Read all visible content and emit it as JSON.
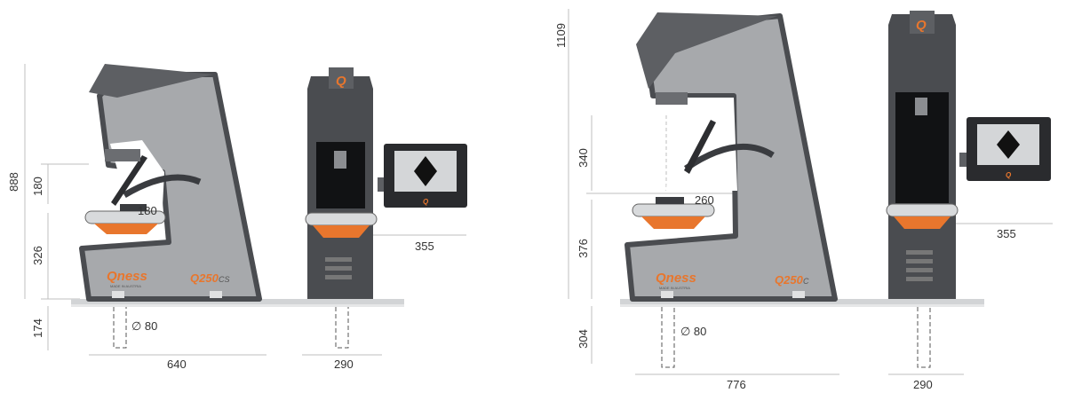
{
  "colors": {
    "body": "#a7a9ac",
    "frame": "#4a4c50",
    "dark": "#3a3c40",
    "accent": "#e8762d",
    "ring": "#d8dadc",
    "base": "#cfd1d3",
    "dimline": "#bfbfbf"
  },
  "left": {
    "dims": {
      "total_height": "888",
      "upper_height": "180",
      "mid_height": "326",
      "base_height": "174",
      "throat": "180",
      "hole": "∅ 80",
      "width": "640",
      "side_depth": "290",
      "screen_offset": "355"
    },
    "brand": "Qness",
    "brand_sub": "MADE IN AUSTRIA",
    "model": "Q250",
    "model_suffix": "CS",
    "q_mark": "Q"
  },
  "right": {
    "dims": {
      "total_height": "1109",
      "upper_height": "340",
      "mid_height": "376",
      "base_height": "304",
      "throat": "260",
      "hole": "∅ 80",
      "width": "776",
      "side_depth": "290",
      "screen_offset": "355"
    },
    "brand": "Qness",
    "brand_sub": "MADE IN AUSTRIA",
    "model": "Q250",
    "model_suffix": "C",
    "q_mark": "Q"
  }
}
